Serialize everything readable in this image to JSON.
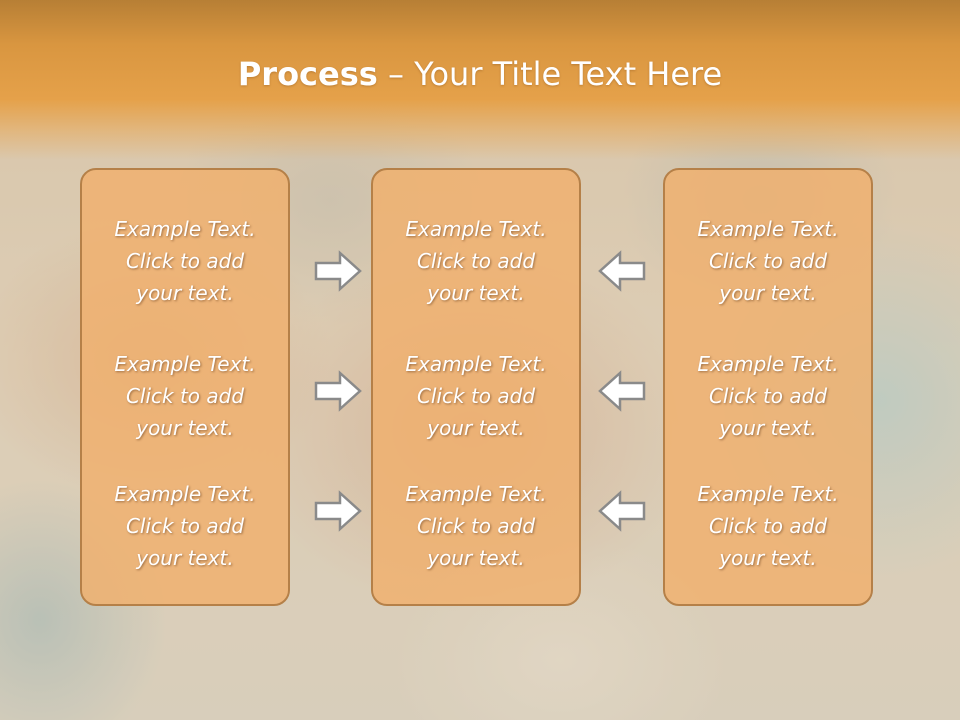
{
  "slide": {
    "title_bold": "Process",
    "title_rest": " – Your Title Text Here"
  },
  "columns": [
    {
      "blocks": [
        {
          "line1": "Example Text.",
          "line2": "Click  to add",
          "line3": "your text."
        },
        {
          "line1": "Example Text.",
          "line2": "Click  to add",
          "line3": "your text."
        },
        {
          "line1": "Example Text.",
          "line2": "Click  to add",
          "line3": "your text."
        }
      ]
    },
    {
      "blocks": [
        {
          "line1": "Example Text.",
          "line2": "Click  to add",
          "line3": "your text."
        },
        {
          "line1": "Example Text.",
          "line2": "Click  to add",
          "line3": "your text."
        },
        {
          "line1": "Example Text.",
          "line2": "Click  to add",
          "line3": "your text."
        }
      ]
    },
    {
      "blocks": [
        {
          "line1": "Example Text.",
          "line2": "Click  to add",
          "line3": "your text."
        },
        {
          "line1": "Example Text.",
          "line2": "Click  to add",
          "line3": "your text."
        },
        {
          "line1": "Example Text.",
          "line2": "Click  to add",
          "line3": "your text."
        }
      ]
    }
  ],
  "arrows": {
    "left_group_direction": "right",
    "right_group_direction": "left",
    "icon": "arrow-icon"
  },
  "colors": {
    "header": "#e5a14a",
    "box_fill": "#f0b06c",
    "box_border": "#b58048",
    "text": "#ffffff"
  }
}
